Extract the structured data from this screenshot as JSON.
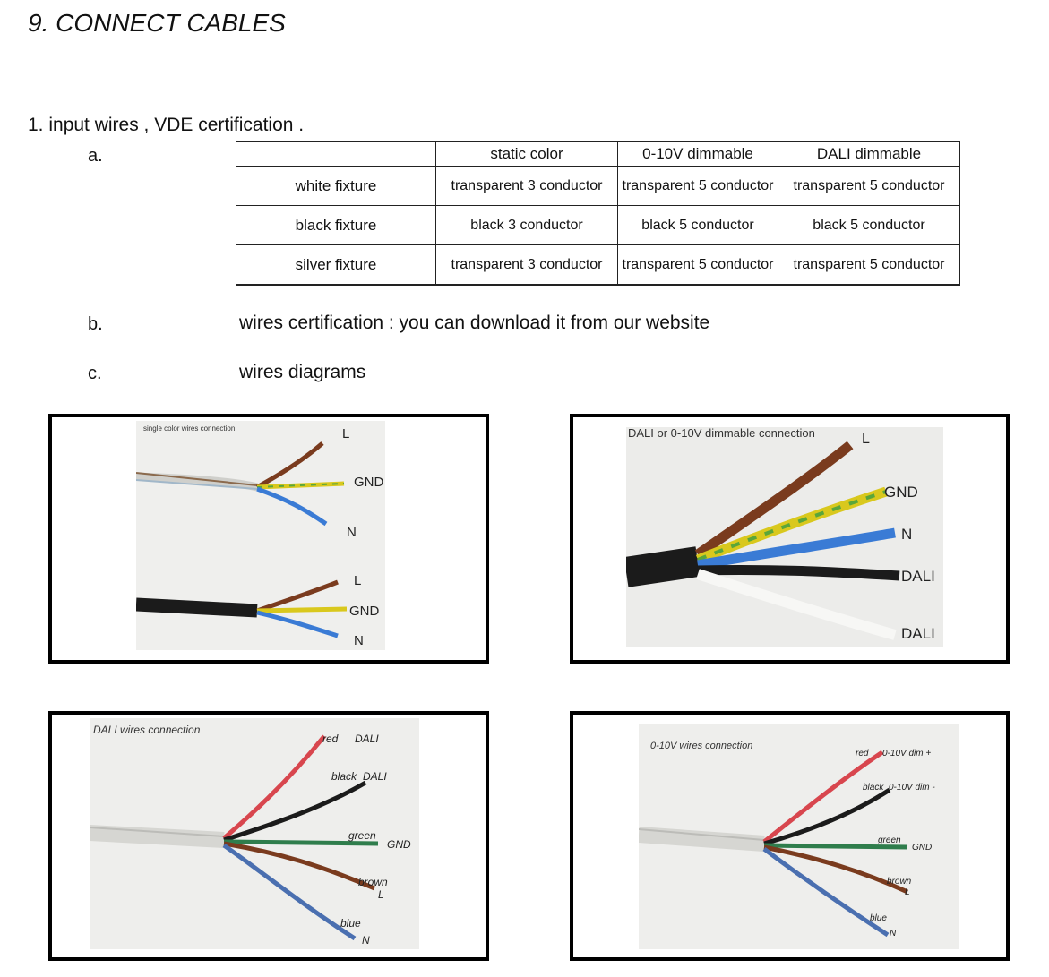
{
  "heading": "9. CONNECT CABLES",
  "section1": "1. input wires , VDE  certification .",
  "items": {
    "a": "a.",
    "b": "b.",
    "b_text": "wires  certification :  you can download it from  our  website",
    "c": "c.",
    "c_text": "wires diagrams"
  },
  "table": {
    "headers": [
      "",
      "static color",
      "0-10V dimmable",
      "DALI dimmable"
    ],
    "rows": [
      {
        "label": "white fixture",
        "cells": [
          "transparent  3  conductor",
          "transparent  5  conductor",
          "transparent  5  conductor"
        ]
      },
      {
        "label": "black fixture",
        "cells": [
          "black  3  conductor",
          "black  5  conductor",
          "black  5  conductor"
        ]
      },
      {
        "label": "silver fixture",
        "cells": [
          "transparent  3  conductor",
          "transparent  5  conductor",
          "transparent  5  conductor"
        ]
      }
    ]
  },
  "diagrams": {
    "single": {
      "caption": "single color wires connection",
      "upper": {
        "l": "L",
        "gnd": "GND",
        "n": "N"
      },
      "lower": {
        "l": "L",
        "gnd": "GND",
        "n": "N"
      }
    },
    "dimmable": {
      "caption": "DALI  or  0-10V dimmable connection",
      "l": "L",
      "gnd": "GND",
      "n": "N",
      "dali1": "DALI",
      "dali2": "DALI"
    },
    "dali": {
      "caption": "DALI  wires connection",
      "red": "red",
      "red_fn": "DALI",
      "black": "black",
      "black_fn": "DALI",
      "green": "green",
      "green_fn": "GND",
      "brown": "brown",
      "brown_fn": "L",
      "blue": "blue",
      "blue_fn": "N"
    },
    "zero10": {
      "caption": "0-10V wires connection",
      "red": "red",
      "red_fn": "0-10V  dim  +",
      "black": "black",
      "black_fn": "0-10V  dim  -",
      "green": "green",
      "green_fn": "GND",
      "brown": "brown",
      "brown_fn": "L",
      "blue": "blue",
      "blue_fn": "N"
    }
  },
  "colors": {
    "brown": "#7a3b1e",
    "blue": "#3a7bd5",
    "yellow": "#d9c81d",
    "green_gnd": "#5aa63a",
    "black": "#1b1b1b",
    "white": "#f4f4f2",
    "red": "#d8464e",
    "green": "#2f7d4c",
    "photo_bg": "#eeeeec"
  }
}
